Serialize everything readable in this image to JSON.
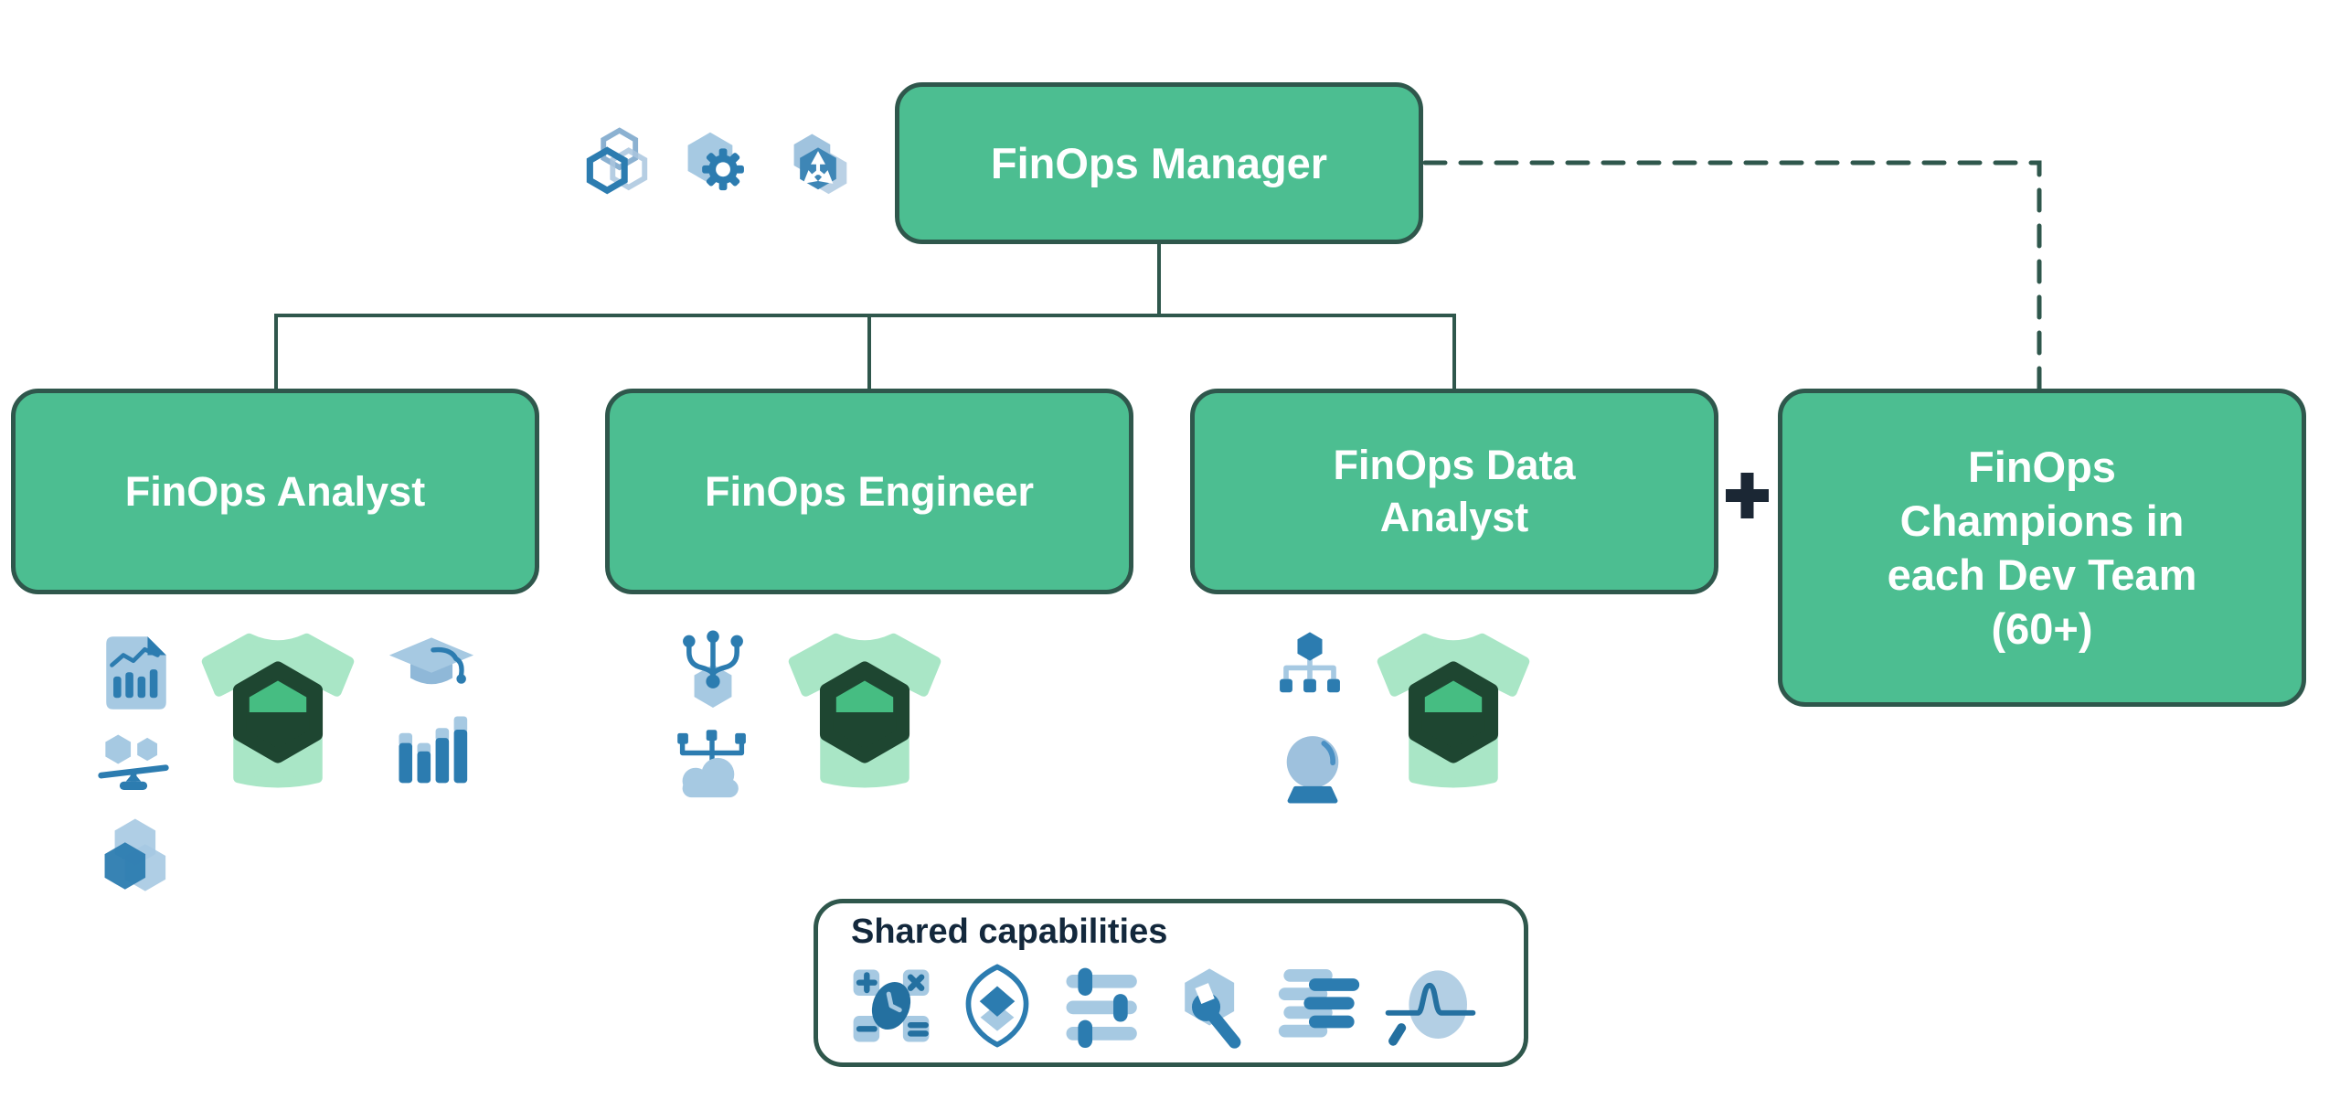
{
  "diagram": {
    "manager": {
      "label": "FinOps Manager"
    },
    "roles": [
      {
        "id": "finops-analyst",
        "label": "FinOps Analyst"
      },
      {
        "id": "finops-engineer",
        "label": "FinOps Engineer"
      },
      {
        "id": "finops-data-analyst",
        "label": "FinOps Data\nAnalyst"
      },
      {
        "id": "finops-champions",
        "label": "FinOps\nChampions in\neach Dev Team\n(60+)"
      }
    ],
    "plus_sign": "+",
    "shared_capabilities": {
      "title": "Shared capabilities",
      "icons": [
        "math-operations-icon",
        "shield-layers-icon",
        "sliders-icon",
        "hexagon-wrench-icon",
        "stacked-bars-icon",
        "pulse-scan-icon"
      ]
    },
    "manager_icons": [
      "hexagon-cluster-icon",
      "hexagon-gear-icon",
      "hexagon-arrows-icon"
    ],
    "role_icons": {
      "finops_analyst": [
        "report-chart-icon",
        "tshirt-shield-icon",
        "graduation-cap-icon",
        "balance-scale-icon",
        "bar-chart-icon",
        "hexagon-stack-icon"
      ],
      "finops_engineer": [
        "branch-hexagon-icon",
        "tshirt-shield-icon",
        "cloud-network-icon"
      ],
      "finops_data_analyst": [
        "hierarchy-icon",
        "tshirt-shield-icon",
        "crystal-ball-icon"
      ]
    }
  },
  "colors": {
    "node_fill": "#4CBE91",
    "node_border": "#2F574C",
    "connector": "#2F574C",
    "node_text": "#FFFFFF",
    "plus_sign": "#1B2734",
    "shared_title": "#13283C",
    "icon_blue": "#2C7CB0",
    "icon_blue_light": "#A6C9E2",
    "tshirt_green": "#A9E6C6",
    "shield_dark_green": "#1E4631",
    "shield_inner_green": "#46BD82"
  }
}
